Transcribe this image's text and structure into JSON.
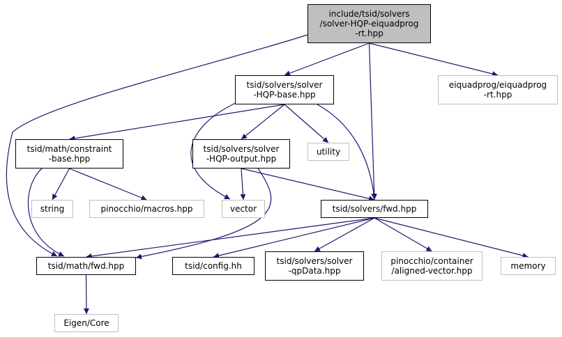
{
  "colors": {
    "edge": "#191970",
    "solid_border": "#000000",
    "grey_border": "#bfbfbf",
    "root_fill": "#bfbfbf"
  },
  "nodes": {
    "root": {
      "lines": [
        "include/tsid/solvers",
        "/solver-HQP-eiquadprog",
        "-rt.hpp"
      ],
      "style": "root"
    },
    "eiquadprog": {
      "lines": [
        "eiquadprog/eiquadprog",
        "-rt.hpp"
      ],
      "style": "grey"
    },
    "hqp_base": {
      "lines": [
        "tsid/solvers/solver",
        "-HQP-base.hpp"
      ],
      "style": "solid"
    },
    "constraint_base": {
      "lines": [
        "tsid/math/constraint",
        "-base.hpp"
      ],
      "style": "solid"
    },
    "hqp_output": {
      "lines": [
        "tsid/solvers/solver",
        "-HQP-output.hpp"
      ],
      "style": "solid"
    },
    "utility": {
      "lines": [
        "utility"
      ],
      "style": "grey"
    },
    "string": {
      "lines": [
        "string"
      ],
      "style": "grey"
    },
    "pin_macros": {
      "lines": [
        "pinocchio/macros.hpp"
      ],
      "style": "grey"
    },
    "vector": {
      "lines": [
        "vector"
      ],
      "style": "grey"
    },
    "solvers_fwd": {
      "lines": [
        "tsid/solvers/fwd.hpp"
      ],
      "style": "solid"
    },
    "math_fwd": {
      "lines": [
        "tsid/math/fwd.hpp"
      ],
      "style": "solid"
    },
    "config": {
      "lines": [
        "tsid/config.hh"
      ],
      "style": "solid"
    },
    "qpdata": {
      "lines": [
        "tsid/solvers/solver",
        "-qpData.hpp"
      ],
      "style": "solid"
    },
    "aligned_vector": {
      "lines": [
        "pinocchio/container",
        "/aligned-vector.hpp"
      ],
      "style": "grey"
    },
    "memory": {
      "lines": [
        "memory"
      ],
      "style": "grey"
    },
    "eigen_core": {
      "lines": [
        "Eigen/Core"
      ],
      "style": "grey"
    }
  },
  "edges": [
    [
      "root",
      "hqp_base"
    ],
    [
      "root",
      "eiquadprog"
    ],
    [
      "root",
      "solvers_fwd"
    ],
    [
      "root",
      "math_fwd"
    ],
    [
      "hqp_base",
      "constraint_base"
    ],
    [
      "hqp_base",
      "hqp_output"
    ],
    [
      "hqp_base",
      "utility"
    ],
    [
      "hqp_base",
      "vector"
    ],
    [
      "hqp_base",
      "solvers_fwd"
    ],
    [
      "constraint_base",
      "string"
    ],
    [
      "constraint_base",
      "pin_macros"
    ],
    [
      "constraint_base",
      "math_fwd"
    ],
    [
      "hqp_output",
      "vector"
    ],
    [
      "hqp_output",
      "solvers_fwd"
    ],
    [
      "hqp_output",
      "math_fwd"
    ],
    [
      "solvers_fwd",
      "math_fwd"
    ],
    [
      "solvers_fwd",
      "config"
    ],
    [
      "solvers_fwd",
      "qpdata"
    ],
    [
      "solvers_fwd",
      "aligned_vector"
    ],
    [
      "solvers_fwd",
      "memory"
    ],
    [
      "math_fwd",
      "eigen_core"
    ]
  ]
}
